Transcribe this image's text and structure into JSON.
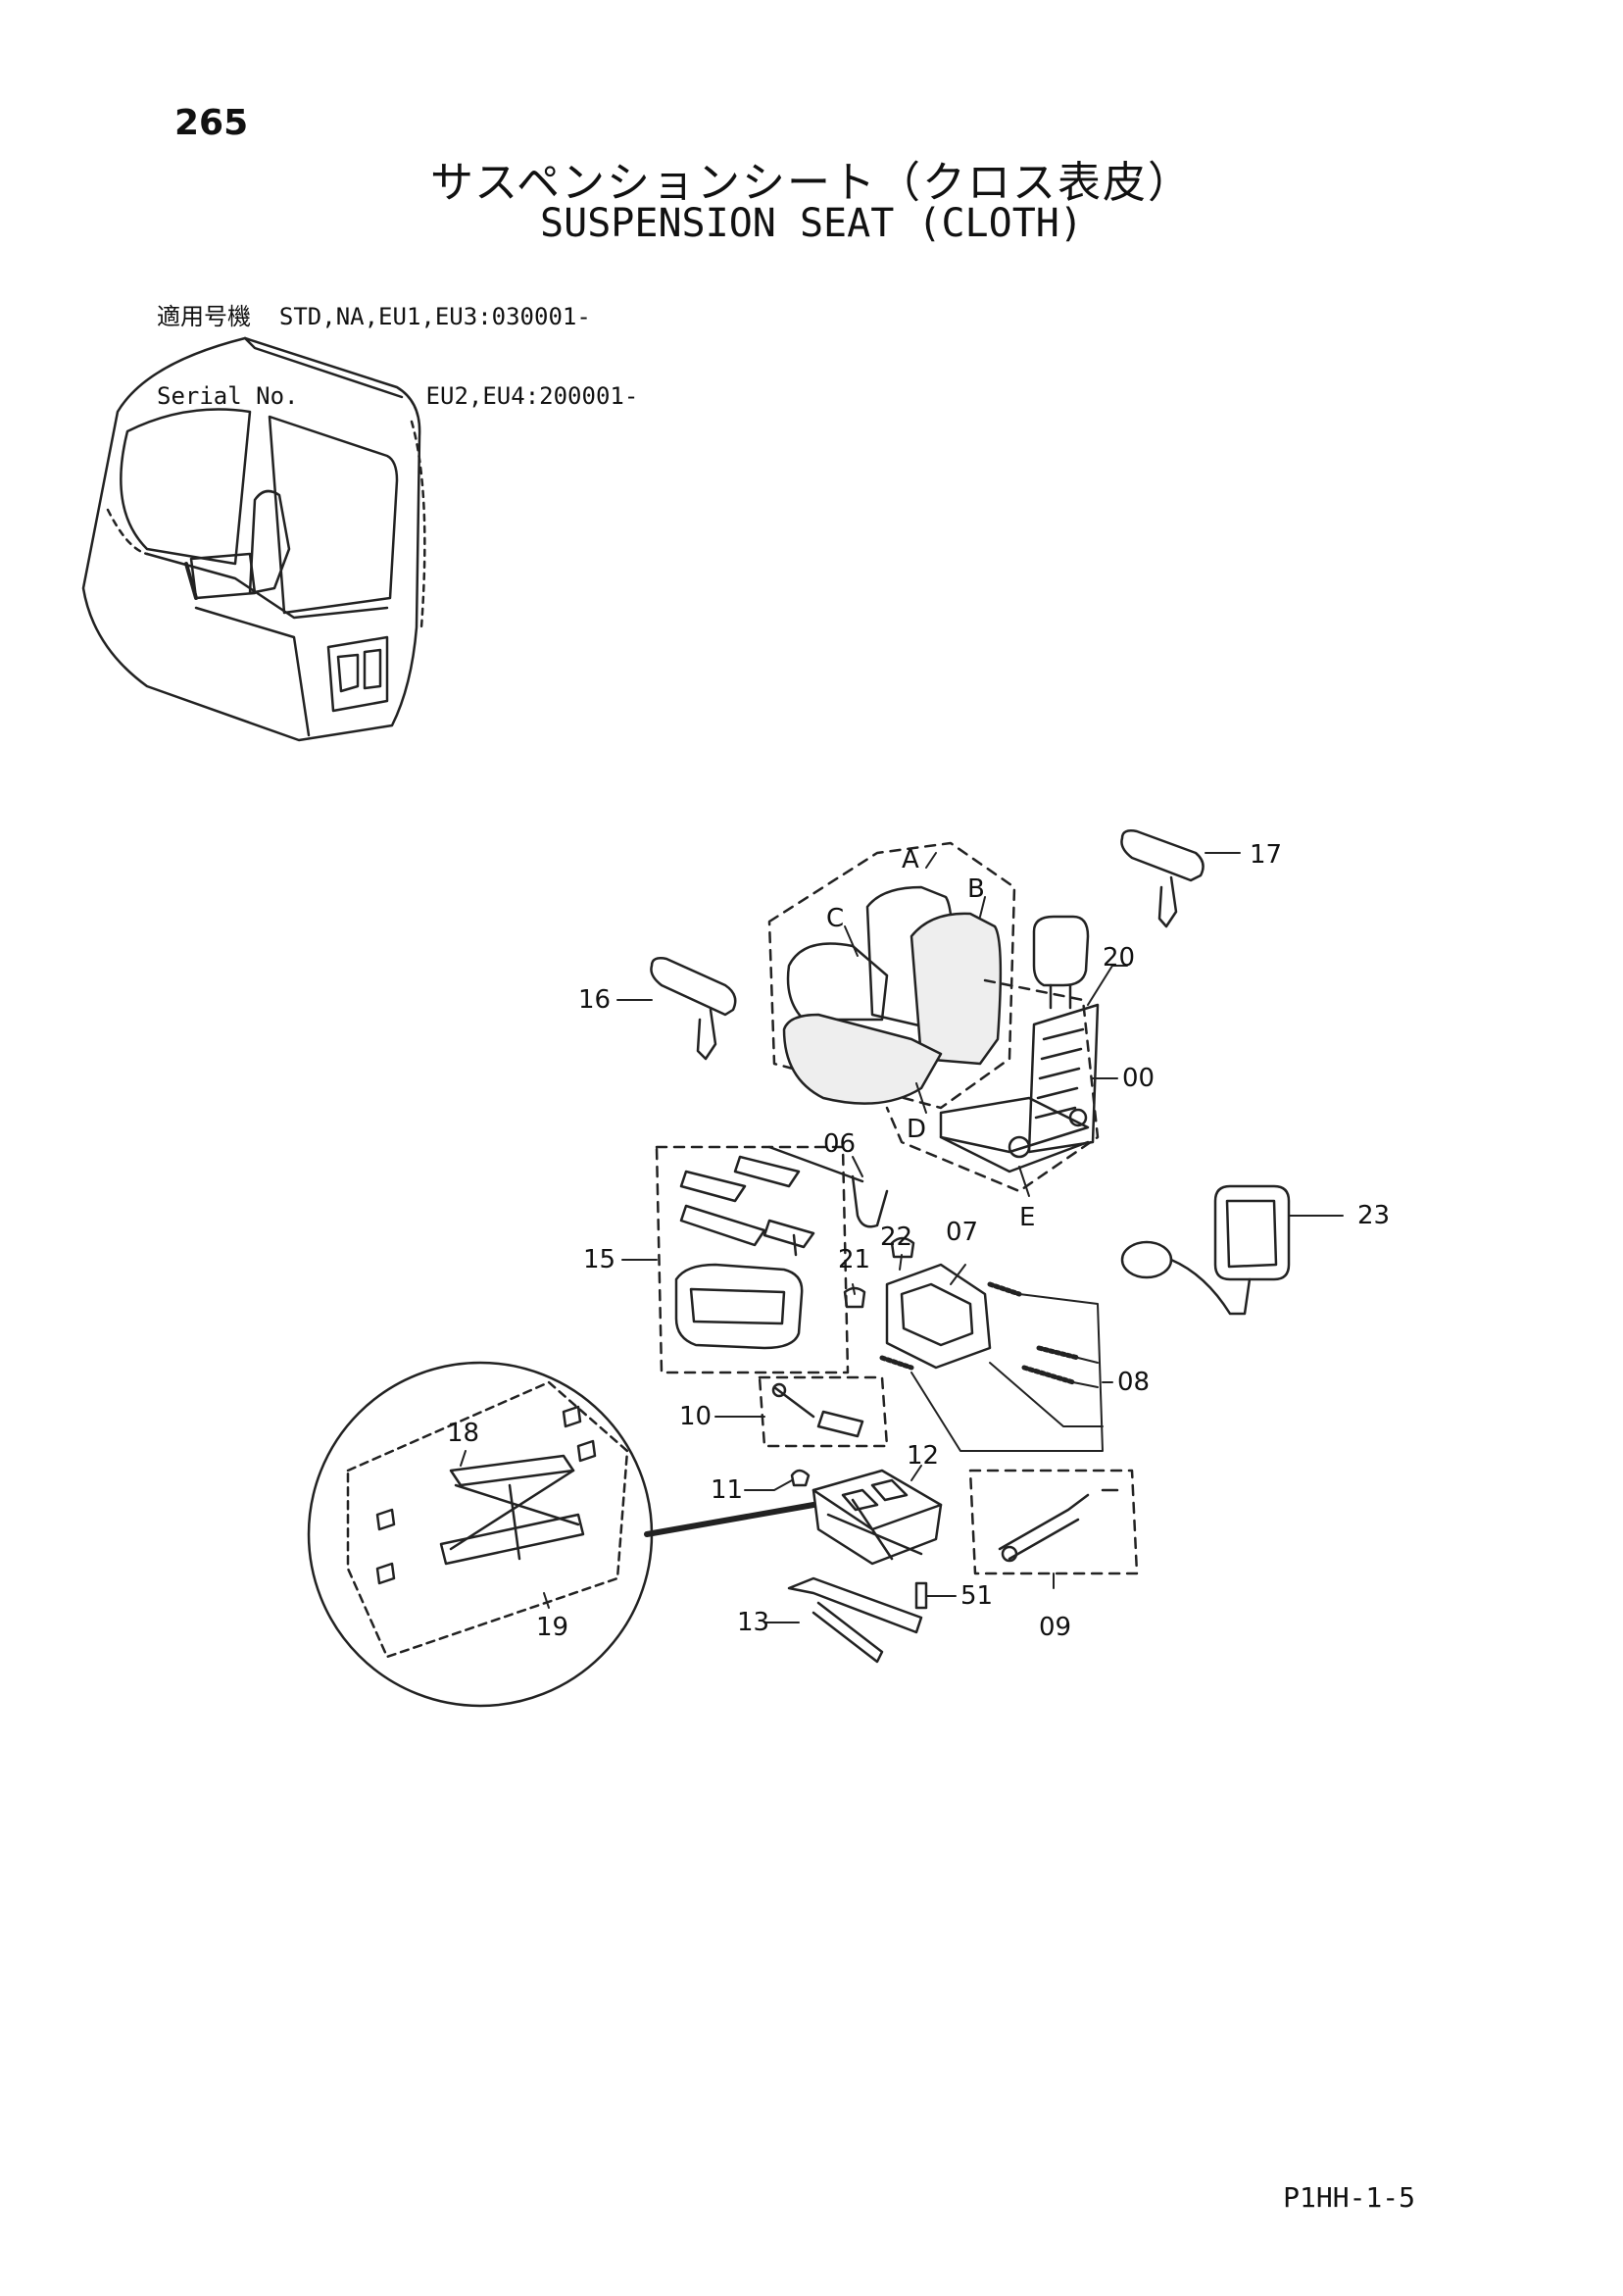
{
  "page": {
    "number": "265",
    "title_jp": "サスペンションシート（クロス表皮）",
    "title_en": "SUSPENSION SEAT (CLOTH)",
    "serial_label_jp": "適用号機",
    "serial_label_en": "Serial No.",
    "serial_line1": "STD,NA,EU1,EU3:030001-",
    "serial_line2": "EU2,EU4:200001-",
    "footer_code": "P1HH-1-5"
  },
  "callouts": {
    "p00": "00",
    "p06": "06",
    "p07": "07",
    "p08": "08",
    "p09": "09",
    "p10": "10",
    "p11": "11",
    "p12": "12",
    "p13": "13",
    "p15": "15",
    "p16": "16",
    "p17": "17",
    "p18": "18",
    "p19": "19",
    "p20": "20",
    "p21": "21",
    "p22": "22",
    "p23": "23",
    "p51": "51",
    "A": "A",
    "B": "B",
    "C": "C",
    "D": "D",
    "E": "E"
  }
}
